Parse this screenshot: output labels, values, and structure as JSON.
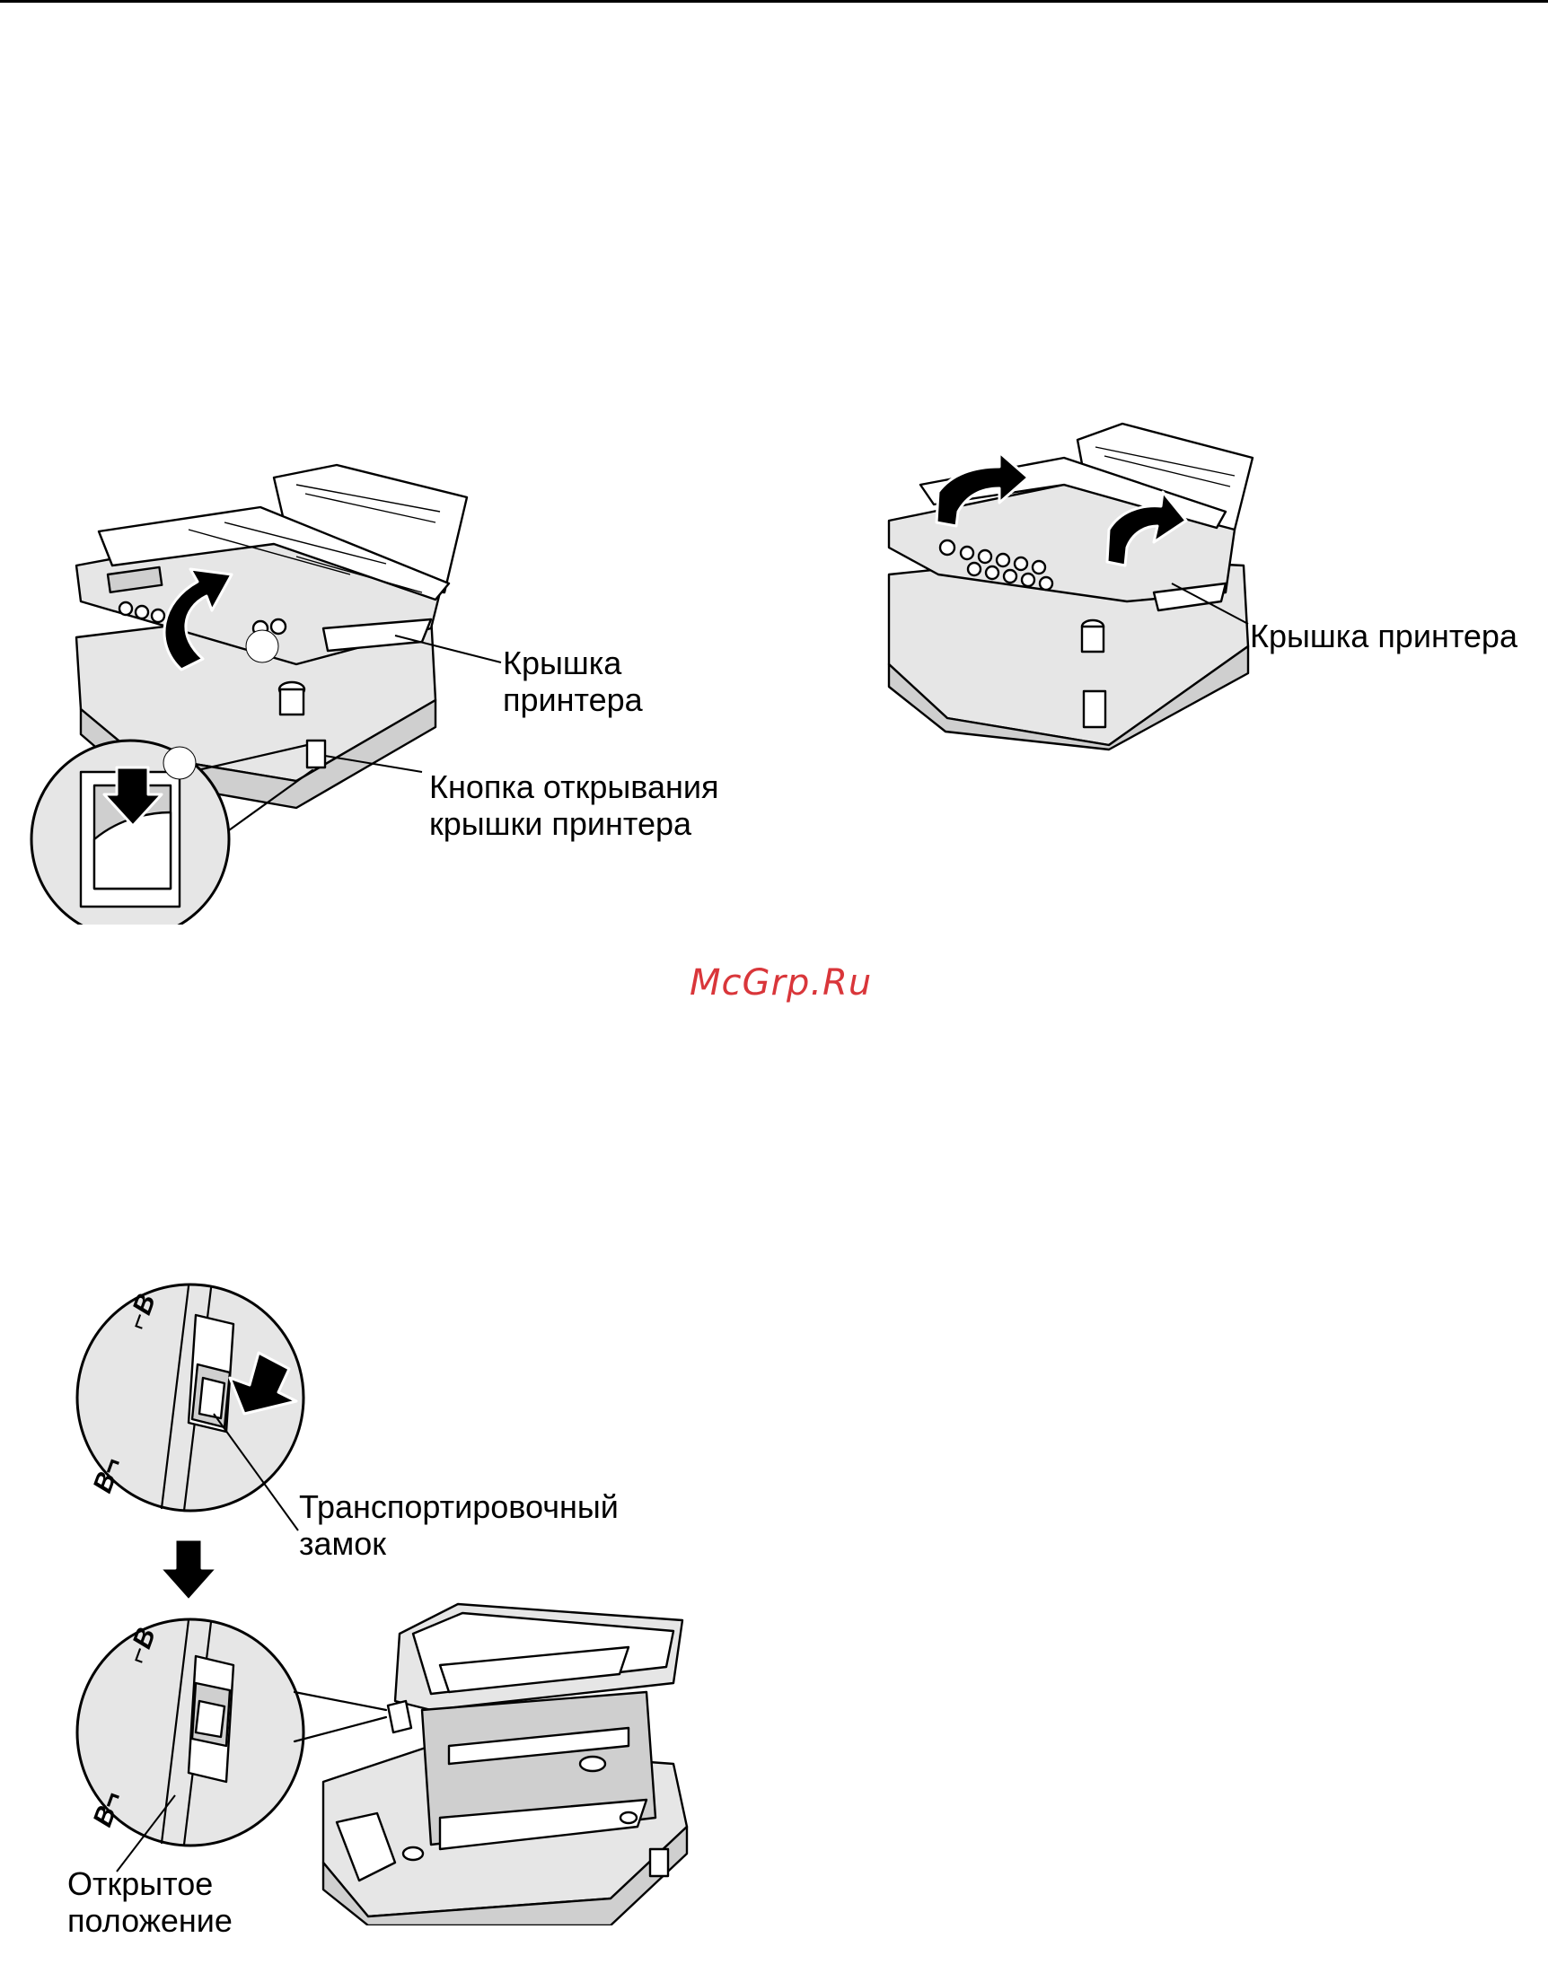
{
  "watermark": "McGrp.Ru",
  "figure1": {
    "label_printer_cover": "Крышка\nпринтера",
    "label_release_button": "Кнопка открывания\nкрышки принтера"
  },
  "figure2": {
    "label_printer_cover": "Крышка принтера"
  },
  "figure3": {
    "label_transport_lock": "Транспортировочный\nзамок",
    "label_open_position": "Открытое\nположение"
  }
}
